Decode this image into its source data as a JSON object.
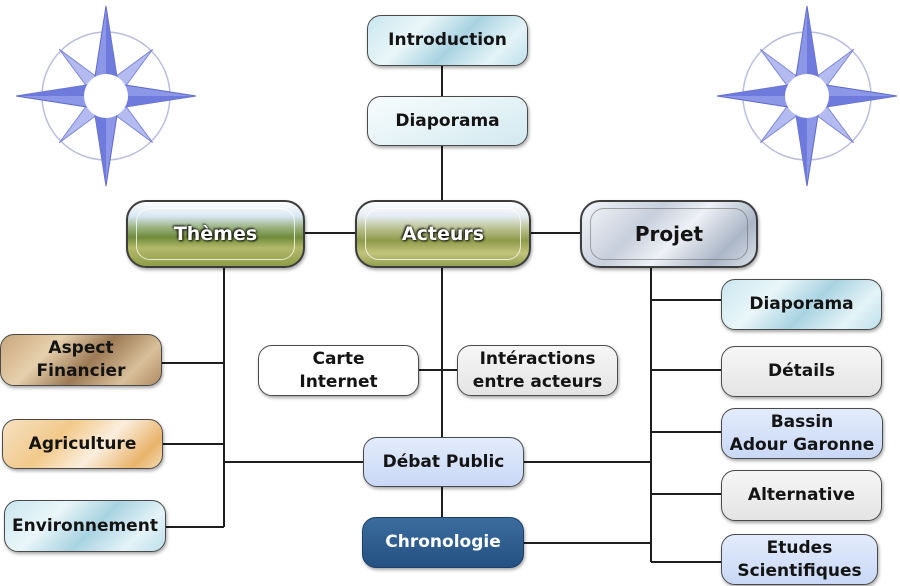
{
  "nodes": {
    "introduction": "Introduction",
    "diaporama_top": "Diaporama",
    "themes": "Thèmes",
    "acteurs": "Acteurs",
    "projet": "Projet",
    "diaporama_right": "Diaporama",
    "details": "Détails",
    "bassin": "Bassin\nAdour Garonne",
    "alternative": "Alternative",
    "etudes": "Etudes\nScientifiques",
    "aspect": "Aspect\nFinancier",
    "agriculture": "Agriculture",
    "environnement": "Environnement",
    "carte": "Carte\nInternet",
    "interactions": "Intéractions\nentre acteurs",
    "debat": "Débat Public",
    "chronologie": "Chronologie"
  },
  "decorations": {
    "left_icon": "compass-rose-icon",
    "right_icon": "compass-rose-icon"
  },
  "colors": {
    "chronologie_fill": "#2f5f92",
    "compass_star": "#8c97e8",
    "connector": "#1e1e1e"
  }
}
